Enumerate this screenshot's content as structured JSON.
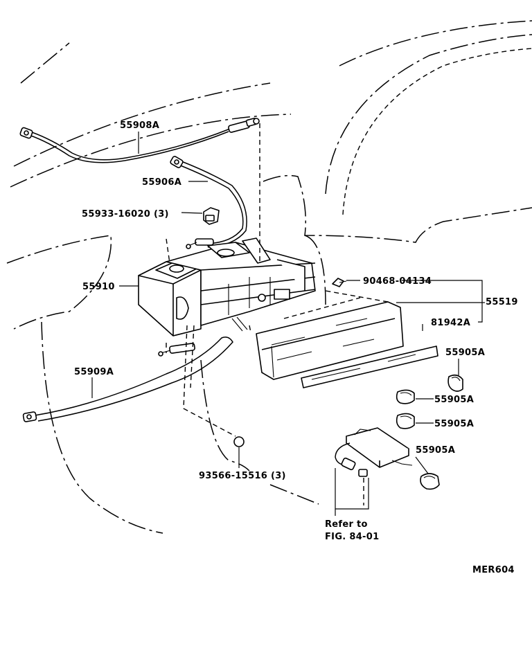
{
  "callouts": {
    "p55908a": "55908A",
    "p55906a": "55906A",
    "p55933": "55933-16020 (3)",
    "p55910": "55910",
    "p90468": "90468-04134",
    "p55519": "55519",
    "p81942a": "81942A",
    "p55905a_1": "55905A",
    "p55905a_2": "55905A",
    "p55905a_3": "55905A",
    "p55905a_4": "55905A",
    "p55909a": "55909A",
    "p93566": "93566-15516 (3)",
    "refer_line1": "Refer to",
    "refer_line2": "FIG. 84-01",
    "figure_code": "MER604"
  }
}
